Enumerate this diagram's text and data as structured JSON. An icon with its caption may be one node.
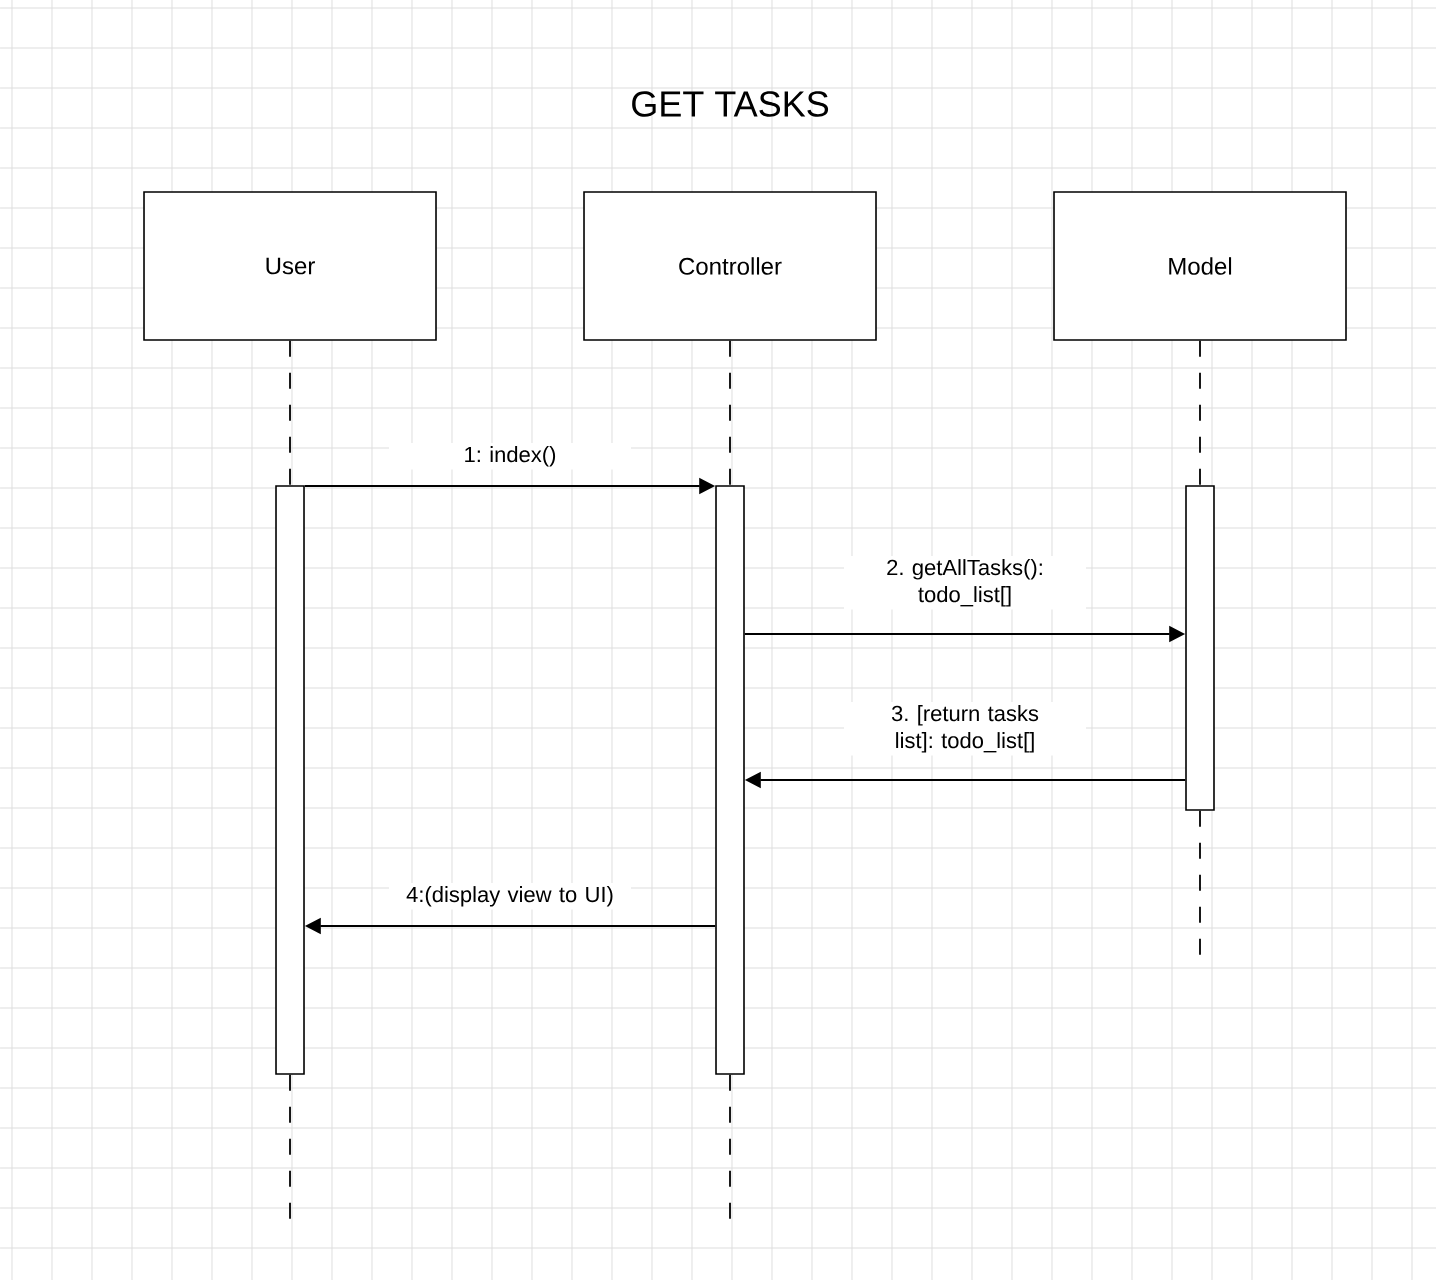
{
  "diagram": {
    "title": "GET TASKS",
    "nodes": [
      {
        "text": [
          "User"
        ]
      },
      {
        "text": [
          "Controller"
        ]
      },
      {
        "text": [
          "Model"
        ]
      },
      {
        "text": [],
        "shape": "bar"
      },
      {
        "text": [],
        "shape": "bar"
      },
      {
        "text": [],
        "shape": "bar"
      }
    ],
    "edges": [
      {
        "from": 0,
        "to": 3,
        "arrow": "none",
        "style": "dashed"
      },
      {
        "from": 1,
        "to": 4,
        "arrow": "none",
        "style": "dashed"
      },
      {
        "from": 2,
        "to": 5,
        "arrow": "none",
        "style": "dashed"
      },
      {
        "from": 3,
        "to": null,
        "arrow": "none",
        "style": "dashed"
      },
      {
        "from": 4,
        "to": null,
        "arrow": "none",
        "style": "dashed"
      },
      {
        "from": 5,
        "to": null,
        "arrow": "none",
        "style": "dashed"
      },
      {
        "from": 3,
        "to": 4,
        "arrow": "to",
        "label": "1: index()"
      },
      {
        "from": 4,
        "to": 5,
        "arrow": "to",
        "label": "2. getAllTasks(): todo_list[]"
      },
      {
        "from": 5,
        "to": 4,
        "arrow": "to",
        "label": "3. [return tasks list]: todo_list[]"
      },
      {
        "from": 4,
        "to": 3,
        "arrow": "to",
        "label": "4:(display view to UI)"
      }
    ]
  }
}
